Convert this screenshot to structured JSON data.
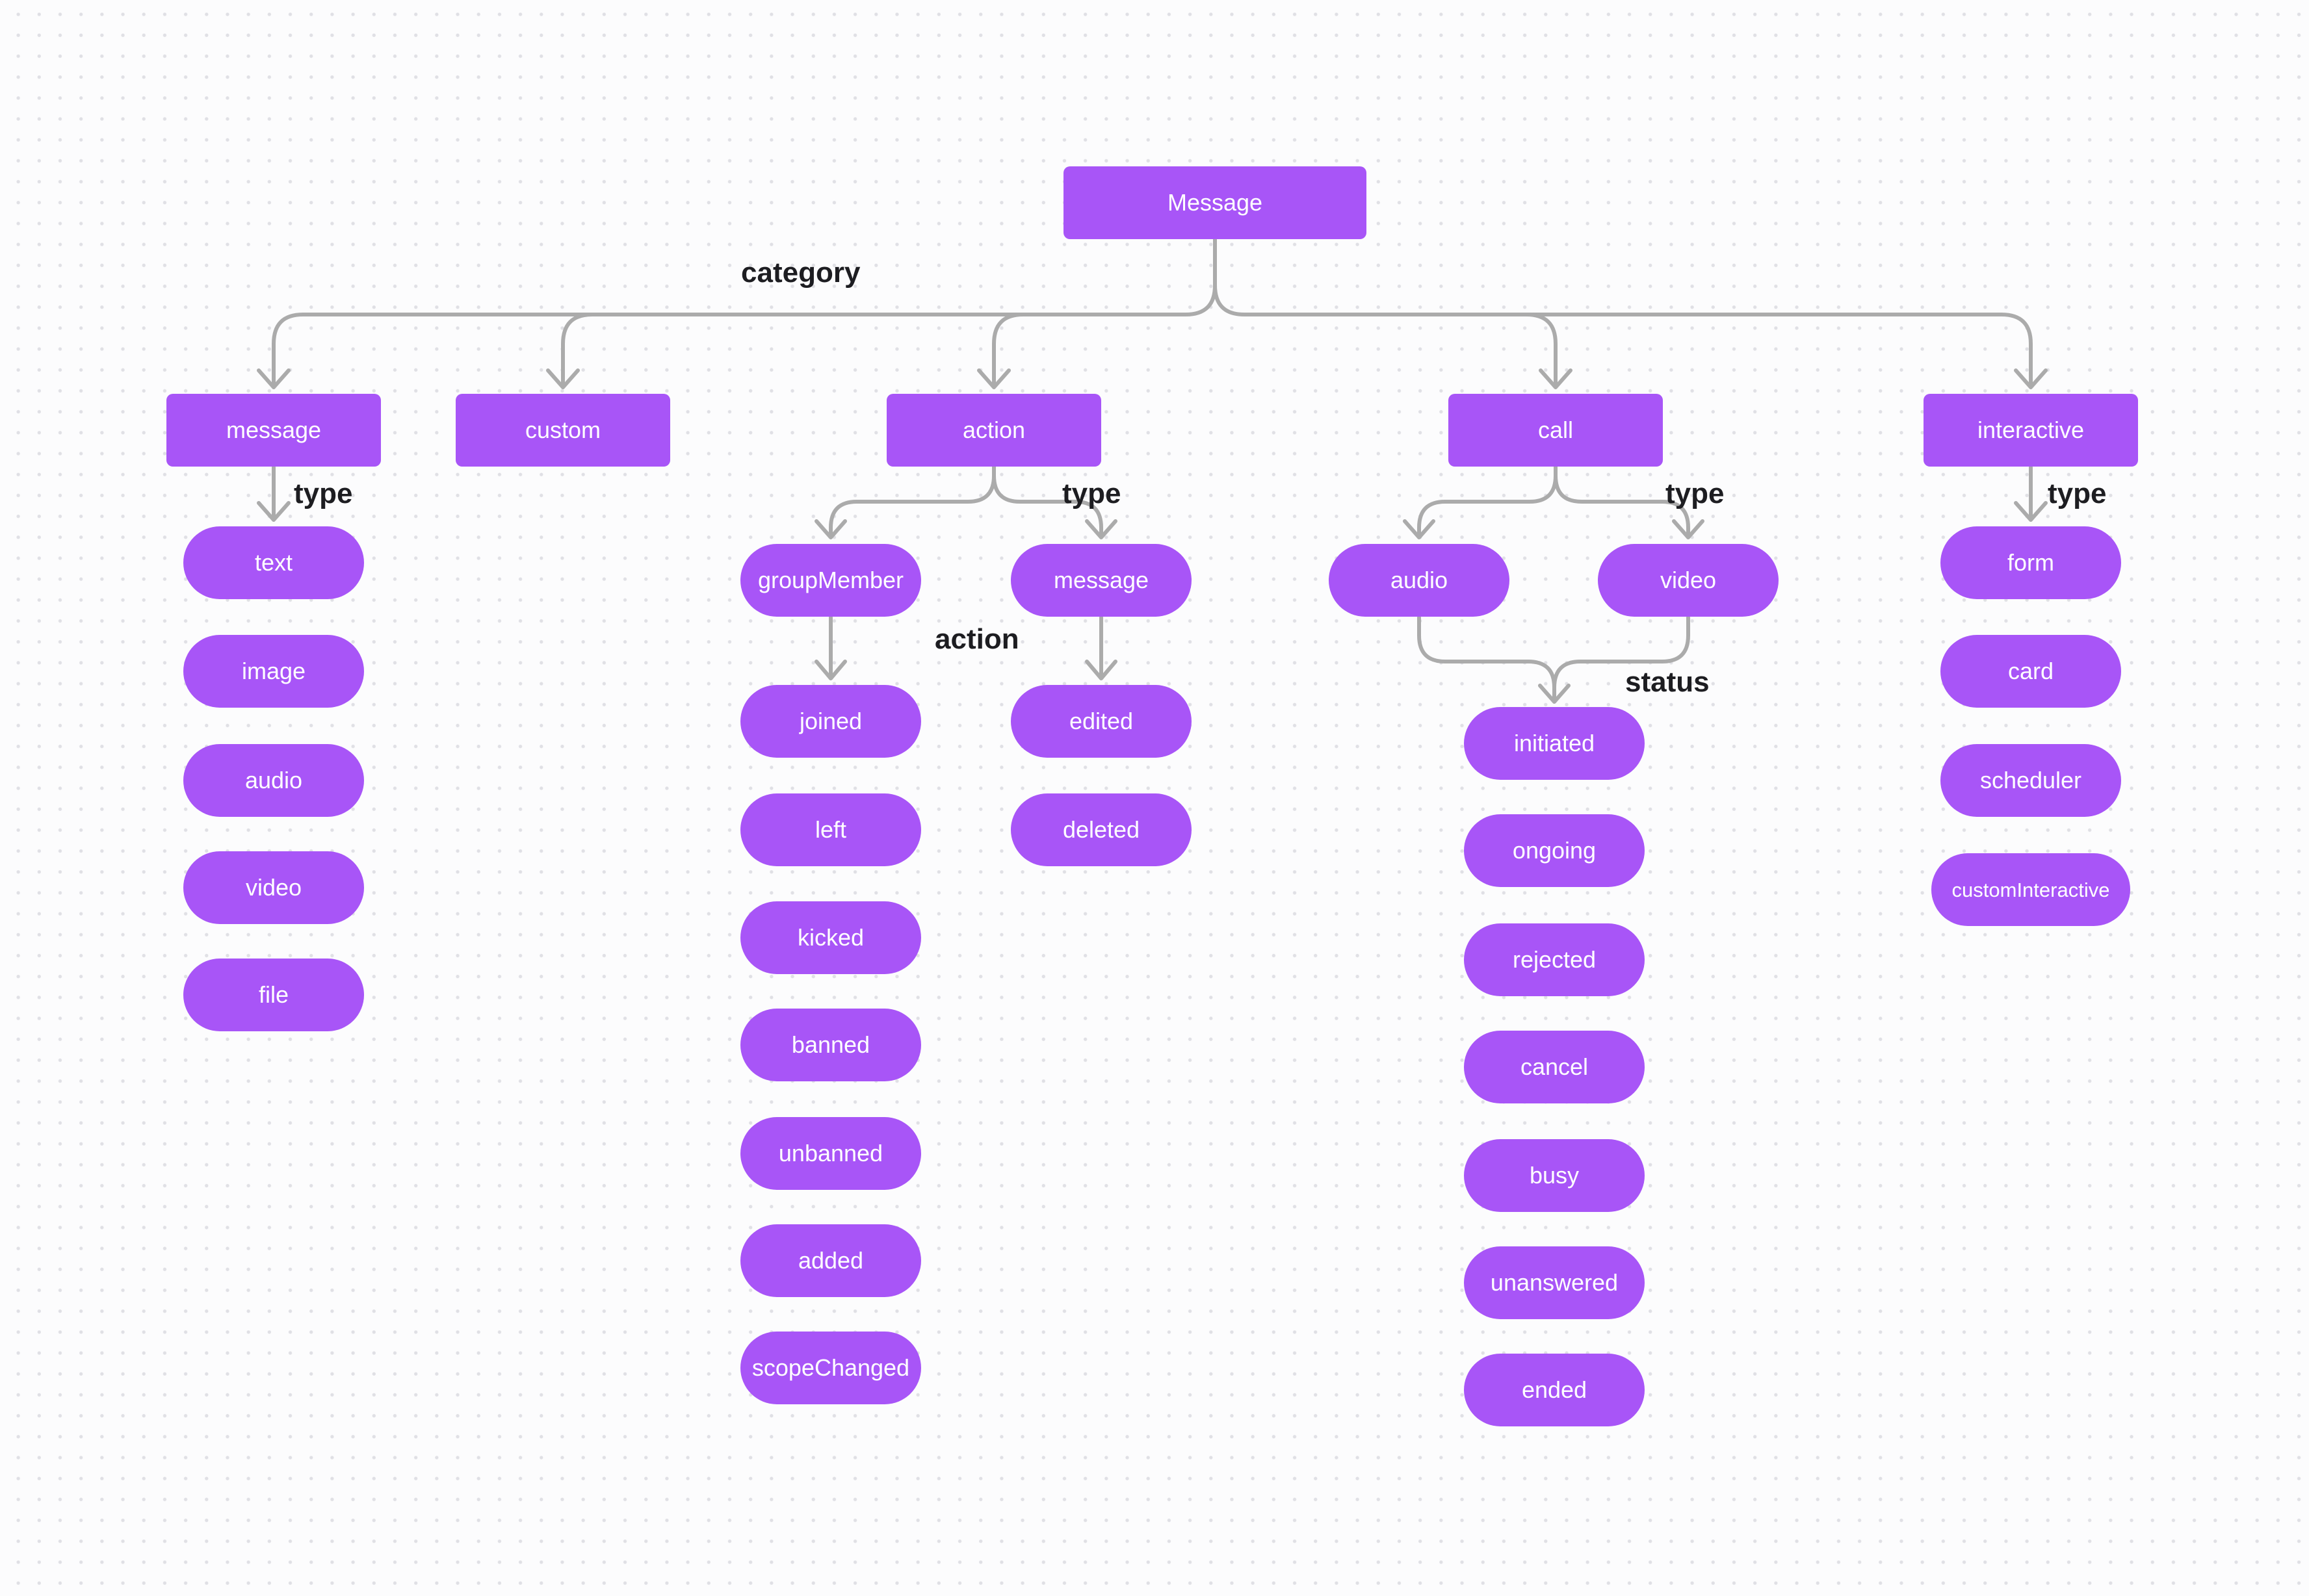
{
  "diagram": {
    "nodes": {
      "root": "Message",
      "category_message": "message",
      "category_custom": "custom",
      "category_action": "action",
      "category_call": "call",
      "category_interactive": "interactive",
      "message_type_text": "text",
      "message_type_image": "image",
      "message_type_audio": "audio",
      "message_type_video": "video",
      "message_type_file": "file",
      "action_type_groupMember": "groupMember",
      "action_type_message": "message",
      "groupMember_action_joined": "joined",
      "groupMember_action_left": "left",
      "groupMember_action_kicked": "kicked",
      "groupMember_action_banned": "banned",
      "groupMember_action_unbanned": "unbanned",
      "groupMember_action_added": "added",
      "groupMember_action_scopeChanged": "scopeChanged",
      "message_action_edited": "edited",
      "message_action_deleted": "deleted",
      "call_type_audio": "audio",
      "call_type_video": "video",
      "call_status_initiated": "initiated",
      "call_status_ongoing": "ongoing",
      "call_status_rejected": "rejected",
      "call_status_cancel": "cancel",
      "call_status_busy": "busy",
      "call_status_unanswered": "unanswered",
      "call_status_ended": "ended",
      "interactive_type_form": "form",
      "interactive_type_card": "card",
      "interactive_type_scheduler": "scheduler",
      "interactive_type_customInteractive": "customInteractive"
    },
    "edge_labels": {
      "category": "category",
      "message_type": "type",
      "action_type": "type",
      "call_type": "type",
      "interactive_type": "type",
      "group_member_action": "action",
      "call_status": "status"
    },
    "colors": {
      "node_fill": "#A855F7",
      "node_text": "#FFFFFF",
      "connector": "#ABABAB",
      "edge_label_text": "#1D1D21",
      "background": "#FCFCFD",
      "grid_dot": "#E0E0E5"
    }
  }
}
